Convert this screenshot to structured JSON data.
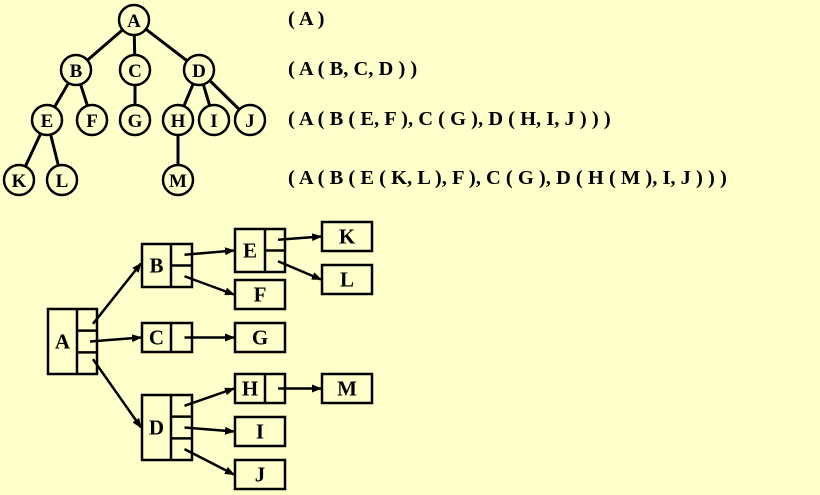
{
  "diagram": {
    "background_color": "#ffffcc",
    "stroke_color": "#000000",
    "tree": {
      "root": "A",
      "nodes": [
        {
          "id": "A",
          "label": "A",
          "level": 0
        },
        {
          "id": "B",
          "label": "B",
          "level": 1
        },
        {
          "id": "C",
          "label": "C",
          "level": 1
        },
        {
          "id": "D",
          "label": "D",
          "level": 1
        },
        {
          "id": "E",
          "label": "E",
          "level": 2
        },
        {
          "id": "F",
          "label": "F",
          "level": 2
        },
        {
          "id": "G",
          "label": "G",
          "level": 2
        },
        {
          "id": "H",
          "label": "H",
          "level": 2
        },
        {
          "id": "I",
          "label": "I",
          "level": 2
        },
        {
          "id": "J",
          "label": "J",
          "level": 2
        },
        {
          "id": "K",
          "label": "K",
          "level": 3
        },
        {
          "id": "L",
          "label": "L",
          "level": 3
        },
        {
          "id": "M",
          "label": "M",
          "level": 3
        }
      ],
      "edges": [
        [
          "A",
          "B"
        ],
        [
          "A",
          "C"
        ],
        [
          "A",
          "D"
        ],
        [
          "B",
          "E"
        ],
        [
          "B",
          "F"
        ],
        [
          "C",
          "G"
        ],
        [
          "D",
          "H"
        ],
        [
          "D",
          "I"
        ],
        [
          "D",
          "J"
        ],
        [
          "E",
          "K"
        ],
        [
          "E",
          "L"
        ],
        [
          "H",
          "M"
        ]
      ]
    },
    "bracket_notation": [
      "( A )",
      "( A ( B, C, D ) )",
      "( A ( B ( E, F ), C ( G ), D ( H, I, J ) ) )",
      "( A ( B ( E ( K, L ), F ), C ( G ), D ( H ( M ), I, J ) ) )"
    ],
    "linked_representation": {
      "boxes": [
        {
          "id": "A",
          "label": "A",
          "pointer_fields": 3
        },
        {
          "id": "B",
          "label": "B",
          "pointer_fields": 2
        },
        {
          "id": "C",
          "label": "C",
          "pointer_fields": 1
        },
        {
          "id": "D",
          "label": "D",
          "pointer_fields": 3
        },
        {
          "id": "E",
          "label": "E",
          "pointer_fields": 2
        },
        {
          "id": "F",
          "label": "F",
          "pointer_fields": 0
        },
        {
          "id": "G",
          "label": "G",
          "pointer_fields": 0
        },
        {
          "id": "H",
          "label": "H",
          "pointer_fields": 1
        },
        {
          "id": "I",
          "label": "I",
          "pointer_fields": 0
        },
        {
          "id": "J",
          "label": "J",
          "pointer_fields": 0
        },
        {
          "id": "K",
          "label": "K",
          "pointer_fields": 0
        },
        {
          "id": "L",
          "label": "L",
          "pointer_fields": 0
        },
        {
          "id": "M",
          "label": "M",
          "pointer_fields": 0
        }
      ],
      "pointers": [
        {
          "from": "A",
          "field": 0,
          "to": "B"
        },
        {
          "from": "A",
          "field": 1,
          "to": "C"
        },
        {
          "from": "A",
          "field": 2,
          "to": "D"
        },
        {
          "from": "B",
          "field": 0,
          "to": "E"
        },
        {
          "from": "B",
          "field": 1,
          "to": "F"
        },
        {
          "from": "C",
          "field": 0,
          "to": "G"
        },
        {
          "from": "D",
          "field": 0,
          "to": "H"
        },
        {
          "from": "D",
          "field": 1,
          "to": "I"
        },
        {
          "from": "D",
          "field": 2,
          "to": "J"
        },
        {
          "from": "E",
          "field": 0,
          "to": "K"
        },
        {
          "from": "E",
          "field": 1,
          "to": "L"
        },
        {
          "from": "H",
          "field": 0,
          "to": "M"
        }
      ]
    }
  }
}
